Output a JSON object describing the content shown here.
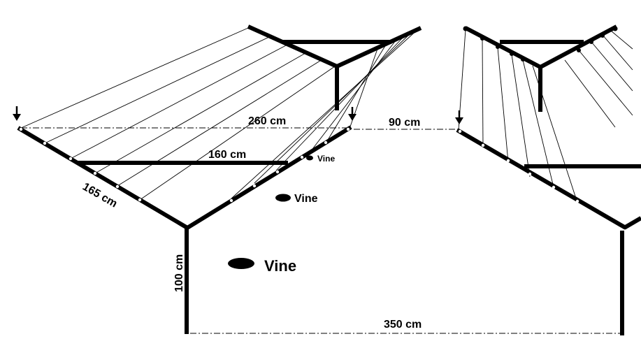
{
  "diagram": {
    "labels": {
      "dim_top": "260 cm",
      "dim_gap": "90 cm",
      "dim_cross": "160 cm",
      "dim_arm": "165 cm",
      "dim_post": "100 cm",
      "dim_bottom": "350 cm",
      "vine_small": "Vine",
      "vine_medium": "Vine",
      "vine_large": "Vine"
    },
    "colors": {
      "ink": "#000000",
      "background": "#ffffff"
    },
    "icons": [
      "down-arrow-icon"
    ]
  }
}
